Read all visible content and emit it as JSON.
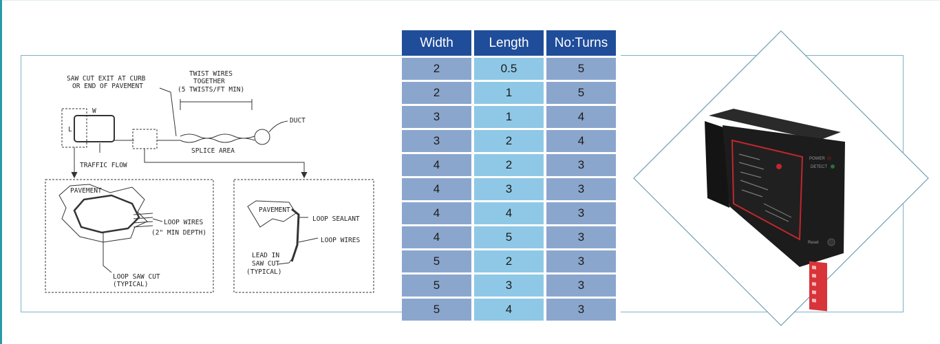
{
  "diagram": {
    "labels": {
      "saw_cut_exit_line1": "SAW CUT EXIT AT CURB",
      "saw_cut_exit_line2": "OR END OF PAVEMENT",
      "twist_line1": "TWIST WIRES",
      "twist_line2": "TOGETHER",
      "twist_line3": "(5 TWISTS/FT MIN)",
      "duct": "DUCT",
      "splice_area": "SPLICE AREA",
      "traffic_flow": "TRAFFIC FLOW",
      "loop_l": "L",
      "loop_w": "W",
      "pavement_left": "PAVEMENT",
      "loop_wires_line1": "LOOP WIRES",
      "loop_wires_line2": "(2\" MIN DEPTH)",
      "loop_saw_cut_line1": "LOOP SAW CUT",
      "loop_saw_cut_line2": "(TYPICAL)",
      "pavement_right": "PAVEMENT",
      "loop_sealant": "LOOP SEALANT",
      "loop_wires_right": "LOOP WIRES",
      "lead_in_line1": "LEAD IN",
      "lead_in_line2": "SAW CUT",
      "lead_in_line3": "(TYPICAL)"
    }
  },
  "table": {
    "headers": [
      "Width",
      "Length",
      "No:Turns"
    ],
    "rows": [
      [
        "2",
        "0.5",
        "5"
      ],
      [
        "2",
        "1",
        "5"
      ],
      [
        "3",
        "1",
        "4"
      ],
      [
        "3",
        "2",
        "4"
      ],
      [
        "4",
        "2",
        "3"
      ],
      [
        "4",
        "3",
        "3"
      ],
      [
        "4",
        "4",
        "3"
      ],
      [
        "4",
        "5",
        "3"
      ],
      [
        "5",
        "2",
        "3"
      ],
      [
        "5",
        "3",
        "3"
      ],
      [
        "5",
        "4",
        "3"
      ]
    ]
  },
  "device": {
    "label_power": "POWER",
    "label_detect": "DETECT",
    "label_reset": "Reset"
  },
  "colors": {
    "header_bg": "#1f4d9a",
    "col_width_bg": "#8ba6cd",
    "col_length_bg": "#8fc8e6",
    "frame_line": "#7fb1c2",
    "accent": "#2c9aa8"
  }
}
